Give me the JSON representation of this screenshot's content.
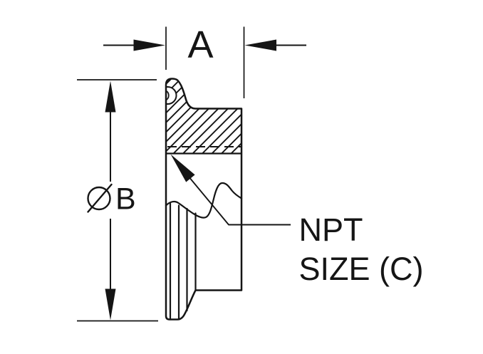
{
  "drawing": {
    "background_color": "#ffffff",
    "line_color": "#151515",
    "dimension_a": {
      "label": "A"
    },
    "dimension_b": {
      "symbol": "⌀",
      "label": "B"
    },
    "thread_callout": {
      "line1": "NPT",
      "line2": "SIZE (C)"
    }
  }
}
